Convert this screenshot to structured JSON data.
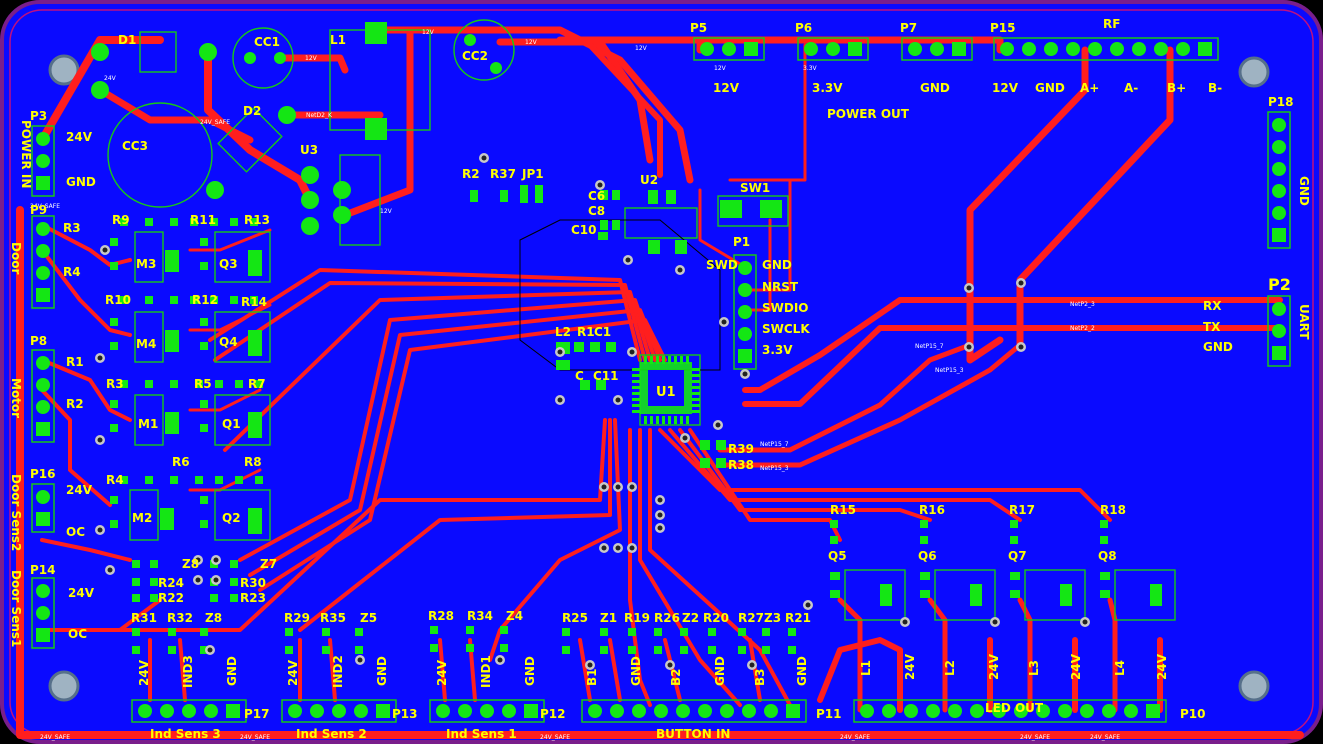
{
  "colors": {
    "board": "#0a0aff",
    "outline": "#7a1e8c",
    "copper": "#ff1e1e",
    "pad": "#14e614",
    "silk": "#ffff00",
    "outline_silk": "#17c817",
    "hole": "#9fb3c2"
  },
  "labels": {
    "power_in": "POWER IN",
    "power_out": "POWER OUT",
    "door": "Door",
    "motor": "Motor",
    "door_sens2": "Door Sens2",
    "door_sens1": "Door Sens1",
    "rf": "RF",
    "uart": "UART",
    "gnd_p18": "GND",
    "ind_sens_3": "Ind Sens 3",
    "ind_sens_2": "Ind Sens 2",
    "ind_sens_1": "Ind Sens 1",
    "button_in": "BUTTON IN",
    "led_out": "LED OUT"
  },
  "connectors": {
    "P3": "P3",
    "P9": "P9",
    "P8": "P8",
    "P16": "P16",
    "P14": "P14",
    "P5": "P5",
    "P6": "P6",
    "P7": "P7",
    "P15": "P15",
    "P18": "P18",
    "P2": "P2",
    "P1": "P1",
    "P17": "P17",
    "P13": "P13",
    "P12": "P12",
    "P11": "P11",
    "P10": "P10"
  },
  "components": {
    "D1": "D1",
    "CC1": "CC1",
    "L1": "L1",
    "CC2": "CC2",
    "CC3": "CC3",
    "D2": "D2",
    "U3": "U3",
    "R2": "R2",
    "R37": "R37",
    "JP1": "JP1",
    "C6": "C6",
    "C8": "C8",
    "U2": "U2",
    "C10": "C10",
    "SW1": "SW1",
    "L2": "L2",
    "R1": "R1",
    "C1": "C1",
    "C": "C",
    "C11": "C11",
    "U1": "U1",
    "R39": "R39",
    "R38": "R38",
    "R9": "R9",
    "R11": "R11",
    "R13": "R13",
    "M3": "M3",
    "Q3": "Q3",
    "R10": "R10",
    "R12": "R12",
    "R14": "R14",
    "M4": "M4",
    "Q4": "Q4",
    "R3a": "R3",
    "R4a": "R4",
    "R1a": "R1",
    "R2a": "R2",
    "R3b": "R3",
    "R5": "R5",
    "R7": "R7",
    "M1": "M1",
    "Q1": "Q1",
    "R4b": "R4",
    "R6": "R6",
    "R8": "R8",
    "M2": "M2",
    "Q2": "Q2",
    "Z8a": "Z8",
    "Z7": "Z7",
    "R24": "R24",
    "R22": "R22",
    "R30": "R30",
    "R23": "R23",
    "R31": "R31",
    "R32": "R32",
    "Z8b": "Z8",
    "R29": "R29",
    "R35": "R35",
    "Z5": "Z5",
    "R28": "R28",
    "R34": "R34",
    "Z4": "Z4",
    "R25": "R25",
    "Z1": "Z1",
    "R19": "R19",
    "R26": "R26",
    "Z2": "Z2",
    "R20": "R20",
    "R27": "R27",
    "Z3": "Z3",
    "R21": "R21",
    "R15": "R15",
    "R16": "R16",
    "R17": "R17",
    "R18": "R18",
    "Q5": "Q5",
    "Q6": "Q6",
    "Q7": "Q7",
    "Q8": "Q8"
  },
  "pins": {
    "p3_24v": "24V",
    "p3_gnd": "GND",
    "p16_24v": "24V",
    "p16_oc": "OC",
    "p14_24v": "24V",
    "p14_oc": "OC",
    "p5_12v": "12V",
    "p6_33v": "3.3V",
    "p7_gnd": "GND",
    "rf_12v": "12V",
    "rf_gnd": "GND",
    "rf_ap": "A+",
    "rf_am": "A-",
    "rf_bp": "B+",
    "rf_bm": "B-",
    "p1_swd": "SWD",
    "p1_gnd": "GND",
    "p1_nrst": "NRST",
    "p1_swdio": "SWDIO",
    "p1_swclk": "SWCLK",
    "p1_33v": "3.3V",
    "p2_rx": "RX",
    "p2_tx": "TX",
    "p2_gnd": "GND",
    "p17_24v": "24V",
    "p17_ind": "IND3",
    "p17_gnd": "GND",
    "p13_24v": "24V",
    "p13_ind": "IND2",
    "p13_gnd": "GND",
    "p12_24v": "24V",
    "p12_ind": "IND1",
    "p12_gnd": "GND",
    "p11_b1": "B1",
    "p11_gnd1": "GND",
    "p11_b2": "B2",
    "p11_gnd2": "GND",
    "p11_b3": "B3",
    "p11_gnd3": "GND",
    "p10_l1": "L1",
    "p10_24v1": "24V",
    "p10_l2": "L2",
    "p10_24v2": "24V",
    "p10_l3": "L3",
    "p10_24v3": "24V",
    "p10_l4": "L4",
    "p10_24v4": "24V"
  },
  "nets": {
    "v24": "24V",
    "v24safe": "24V_SAFE",
    "v12": "12V",
    "v33": "3.3V",
    "netd2k": "NetD2_K",
    "netp2_3": "NetP2_3",
    "netp2_2": "NetP2_2",
    "netp15_7": "NetP15_7",
    "netp15_3": "NetP15_3"
  }
}
